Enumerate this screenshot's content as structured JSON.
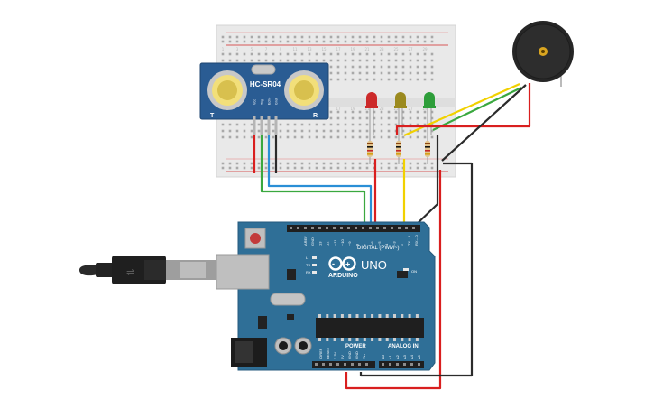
{
  "sensor": {
    "model": "HC-SR04",
    "pins": [
      "Vcc",
      "Trig",
      "Echo",
      "Gnd"
    ],
    "left_mark": "T",
    "right_mark": "R"
  },
  "leds": [
    {
      "name": "red-led",
      "color": "#cc2a2a"
    },
    {
      "name": "yellow-led",
      "color": "#9b8a1f"
    },
    {
      "name": "green-led",
      "color": "#2e9e3a"
    }
  ],
  "breadboard": {
    "col_numbers": [
      "1",
      "3",
      "5",
      "7",
      "9",
      "11",
      "13",
      "15",
      "17",
      "19",
      "21",
      "23",
      "25",
      "27",
      "29"
    ],
    "row_letters": [
      "a",
      "b",
      "c",
      "d",
      "e",
      "f",
      "g",
      "h",
      "i",
      "j"
    ]
  },
  "arduino": {
    "brand": "ARDUINO",
    "model": "UNO",
    "digital_label": "DIGITAL (PWM~)",
    "power_label": "POWER",
    "analog_label": "ANALOG IN",
    "on_label": "ON",
    "led_labels": [
      "L",
      "TX",
      "RX"
    ],
    "top_pins": [
      "AREF",
      "GND",
      "13",
      "12",
      "~11",
      "~10",
      "~9",
      "8",
      "7",
      "~6",
      "~5",
      "4",
      "~3",
      "2",
      "TX→1",
      "RX←0"
    ],
    "power_pins": [
      "IOREF",
      "RESET",
      "3.3V",
      "5V",
      "GND",
      "GND",
      "Vin"
    ],
    "analog_pins": [
      "A0",
      "A1",
      "A2",
      "A3",
      "A4",
      "A5"
    ]
  },
  "colors": {
    "board": "#2f6f97",
    "wire_red": "#d91f1f",
    "wire_black": "#2b2b2b",
    "wire_yellow": "#f1d100",
    "wire_green": "#3aa83f",
    "wire_blue": "#2a8fd6"
  }
}
